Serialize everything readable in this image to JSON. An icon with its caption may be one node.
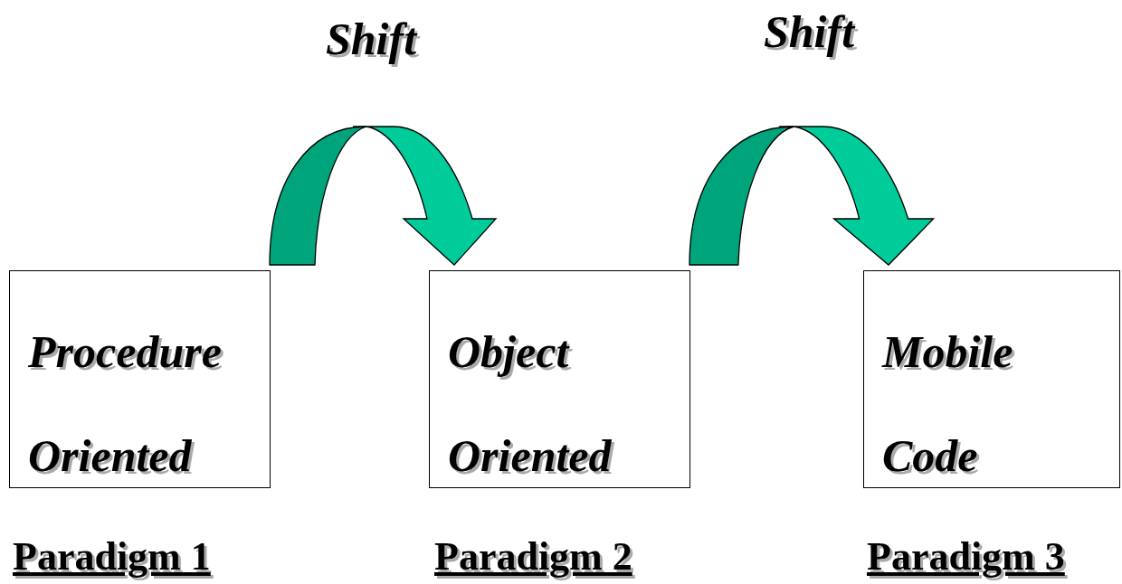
{
  "diagram": {
    "nodes": [
      {
        "text": [
          "Procedure Oriented"
        ],
        "beside": [
          "Paradigm 1"
        ]
      },
      {
        "text": [
          "Object Oriented"
        ],
        "beside": [
          "Paradigm 2"
        ]
      },
      {
        "text": [
          "Mobile Code"
        ],
        "beside": [
          "Paradigm 3"
        ]
      }
    ],
    "edges": [
      {
        "from": 0,
        "to": 1,
        "arrow": "to",
        "label": "Shift"
      },
      {
        "from": 1,
        "to": 2,
        "arrow": "to",
        "label": "Shift"
      }
    ]
  }
}
